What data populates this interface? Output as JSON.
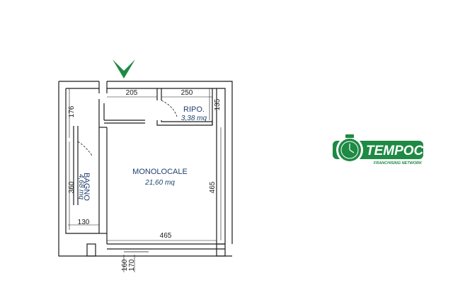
{
  "rooms": [
    {
      "name": "MONOLOCALE",
      "area": "21,60 mq"
    },
    {
      "name": "RIPO.",
      "area": "3,38 mq"
    },
    {
      "name": "BAGNO",
      "area": "4,68 mq"
    }
  ],
  "dimensions": {
    "top_left": "205",
    "top_right": "250",
    "ripo_height": "135",
    "bagno_upper": "176",
    "bagno_height": "360",
    "bagno_width": "130",
    "main_width": "465",
    "main_height": "465",
    "door_a": "160",
    "door_b": "170"
  },
  "logo": {
    "name": "TEMPOCASA",
    "tagline": "FRANCHISING NETWORK",
    "brand_color": "#1e8a44"
  },
  "marker": {
    "icon": "north-arrow-icon",
    "color": "#1e8a44"
  }
}
